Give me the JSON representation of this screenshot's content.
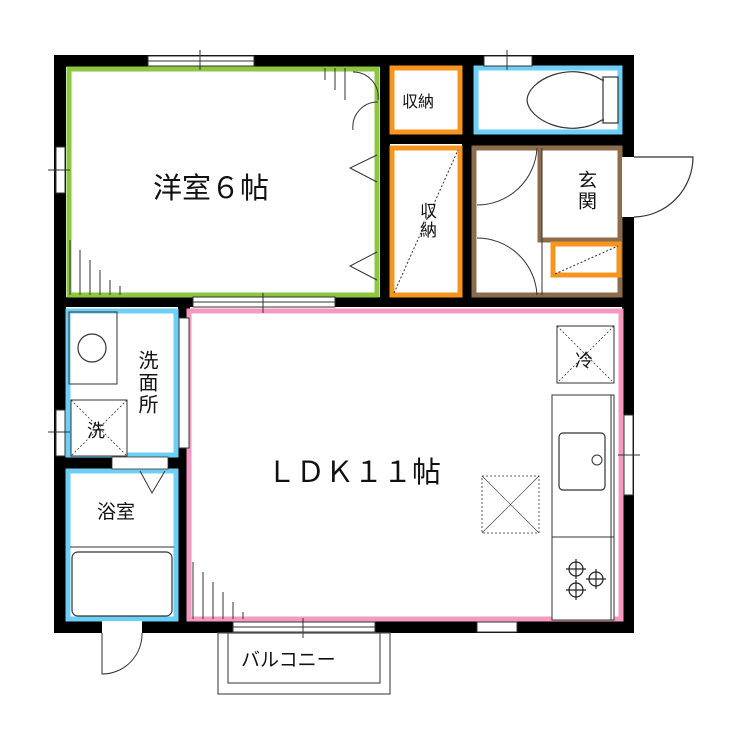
{
  "floor_plan": {
    "colors": {
      "wall": "#000000",
      "western_room": "#8dc63f",
      "storage": "#f7941d",
      "wet_area": "#6dcff6",
      "entrance": "#8b6d4b",
      "ldk": "#f49ac1"
    },
    "rooms": {
      "western_room": {
        "label": "洋室６帖"
      },
      "storage_small": {
        "label": "収納"
      },
      "storage_tall": {
        "label": "収納"
      },
      "toilet": {
        "label": ""
      },
      "entrance": {
        "label": "玄関"
      },
      "washroom": {
        "label": "洗面所"
      },
      "washer": {
        "label": "洗"
      },
      "bathroom": {
        "label": "浴室"
      },
      "ldk": {
        "label": "ＬＤＫ１１帖"
      },
      "refrigerator": {
        "label": "冷"
      },
      "balcony": {
        "label": "バルコニー"
      }
    },
    "icons": [
      "toilet-icon",
      "sink-icon",
      "stove-icon",
      "washbasin-icon",
      "bathtub-icon",
      "door-swing-icon",
      "window-icon"
    ]
  }
}
